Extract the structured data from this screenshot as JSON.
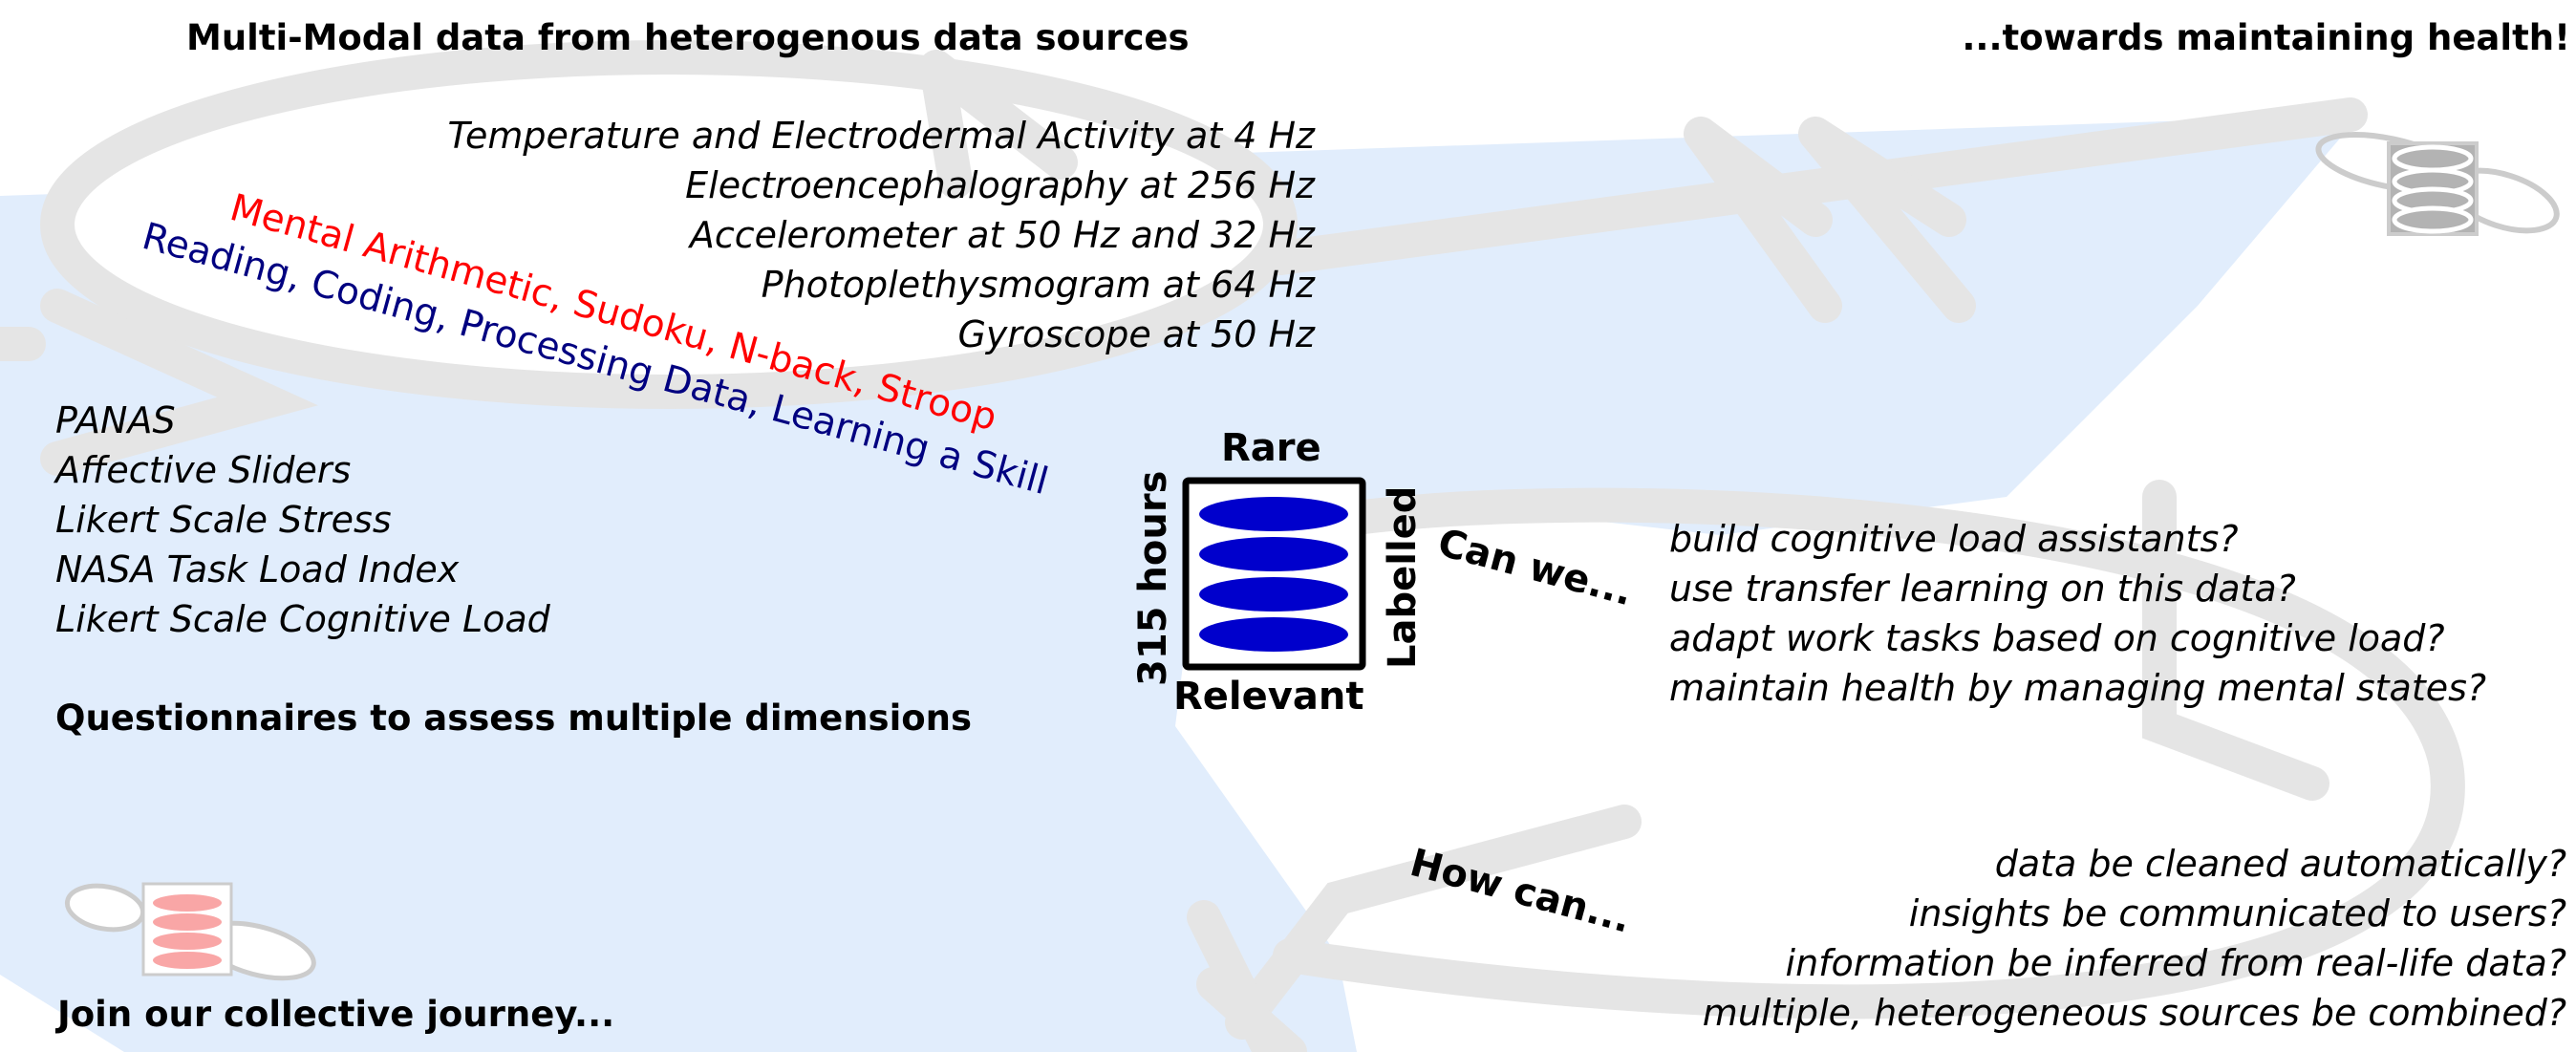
{
  "headers": {
    "left": "Multi-Modal data from heterogenous data sources",
    "right": "...towards maintaining health!"
  },
  "sensors": [
    "Temperature and Electrodermal Activity at 4 Hz",
    "Electroencephalography at 256 Hz",
    "Accelerometer at 50 Hz and 32 Hz",
    "Photoplethysmogram at 64 Hz",
    "Gyroscope at 50 Hz"
  ],
  "tasks": {
    "stress": "Mental Arithmetic, Sudoku, N-back, Stroop",
    "cognitive": "Reading, Coding, Processing Data, Learning a Skill",
    "stress_color": "#ff0000",
    "cognitive_color": "#000080"
  },
  "questionnaires": {
    "items": [
      "PANAS",
      "Affective Sliders",
      "Likert Scale Stress",
      "NASA Task Load Index",
      "Likert Scale Cognitive Load"
    ],
    "caption": "Questionnaires to assess multiple dimensions"
  },
  "dataset": {
    "top": "Rare",
    "bottom": "Relevant",
    "left": "315 hours",
    "right": "Labelled",
    "color": "#0000cc"
  },
  "can_we": {
    "label": "Can we...",
    "items": [
      "build cognitive load assistants?",
      "use transfer learning on this data?",
      "adapt work tasks based on cognitive load?",
      "maintain health by managing mental states?"
    ]
  },
  "how_can": {
    "label": "How can...",
    "items": [
      "data be cleaned automatically?",
      "insights be communicated to users?",
      "information be inferred from real-life data?",
      "multiple, heterogeneous sources be combined?"
    ]
  },
  "footer": "Join our collective journey...",
  "colors": {
    "background_region": "#e1edfc",
    "arrows": "#e5e5e5"
  }
}
